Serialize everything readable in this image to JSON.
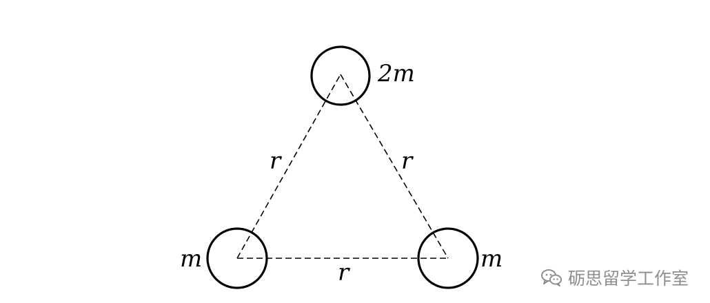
{
  "diagram": {
    "masses": {
      "top": "2m",
      "left": "m",
      "right": "m"
    },
    "edges": {
      "left": "r",
      "right": "r",
      "bottom": "r"
    },
    "colors": {
      "ink": "#000000",
      "watermark": "#8e8e8e"
    }
  },
  "watermark": {
    "icon": "wechat-icon",
    "text": "砺思留学工作室"
  }
}
